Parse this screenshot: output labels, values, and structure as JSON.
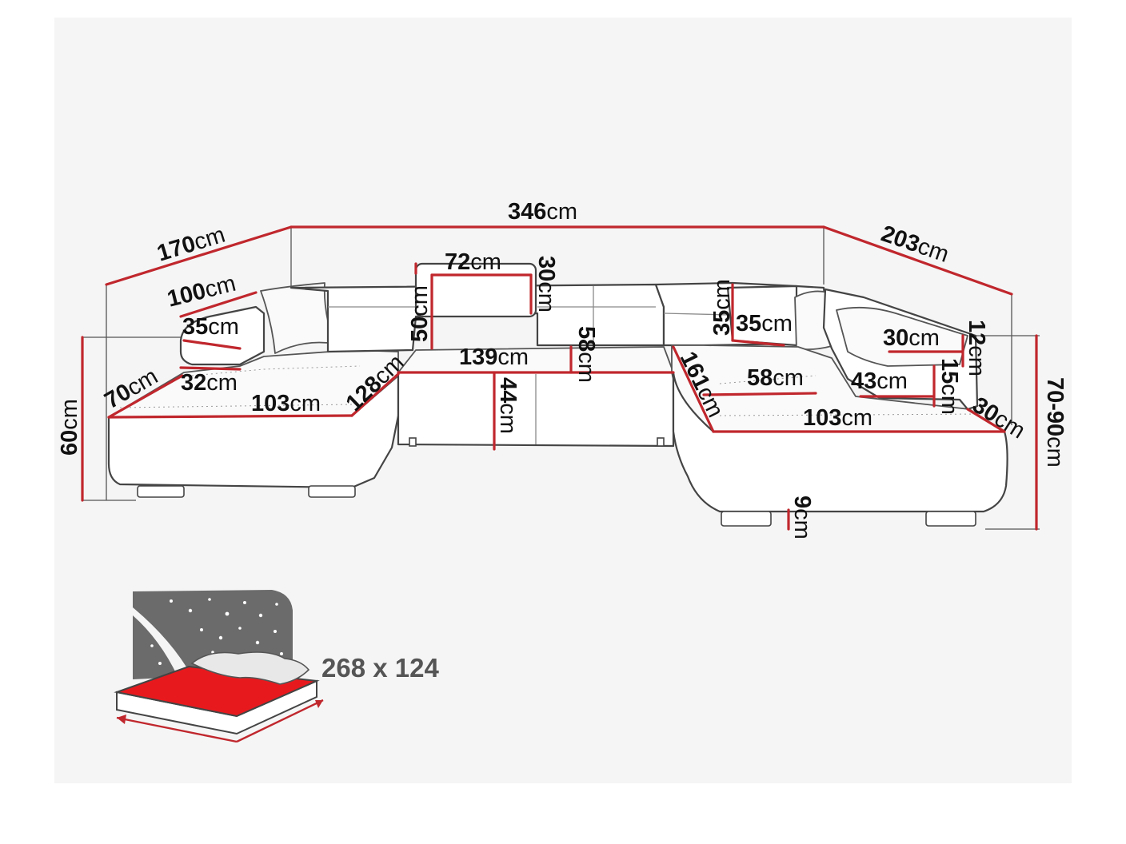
{
  "colors": {
    "dimension": "#c0272d",
    "outline": "#444444",
    "bed_surface": "#e8191d",
    "night_sky": "#6b6b6b",
    "panel": "#f5f5f5"
  },
  "dimensions": {
    "overall_width": {
      "num": "346",
      "unit": "cm"
    },
    "left_depth": {
      "num": "170",
      "unit": "cm"
    },
    "right_depth": {
      "num": "203",
      "unit": "cm"
    },
    "left_armrest_length": {
      "num": "100",
      "unit": "cm"
    },
    "left_armrest_top": {
      "num": "35",
      "unit": "cm"
    },
    "left_armrest_width": {
      "num": "32",
      "unit": "cm"
    },
    "left_chaise_width": {
      "num": "70",
      "unit": "cm"
    },
    "left_seat_depth": {
      "num": "103",
      "unit": "cm"
    },
    "left_diagonal": {
      "num": "128",
      "unit": "cm"
    },
    "left_height": {
      "num": "60",
      "unit": "cm"
    },
    "headrest_width": {
      "num": "72",
      "unit": "cm"
    },
    "headrest_height": {
      "num": "30",
      "unit": "cm"
    },
    "backrest_height": {
      "num": "50",
      "unit": "cm"
    },
    "middle_seat_width": {
      "num": "139",
      "unit": "cm"
    },
    "seat_depth_middle": {
      "num": "58",
      "unit": "cm"
    },
    "seat_height": {
      "num": "44",
      "unit": "cm"
    },
    "right_headrest_height": {
      "num": "35",
      "unit": "cm"
    },
    "right_headrest_depth": {
      "num": "35",
      "unit": "cm"
    },
    "right_diagonal": {
      "num": "161",
      "unit": "cm"
    },
    "right_seat_depth": {
      "num": "58",
      "unit": "cm"
    },
    "right_chaise_length": {
      "num": "103",
      "unit": "cm"
    },
    "right_armrest_top": {
      "num": "30",
      "unit": "cm"
    },
    "right_armrest_thickness": {
      "num": "12",
      "unit": "cm"
    },
    "right_armrest_inner": {
      "num": "43",
      "unit": "cm"
    },
    "right_armrest_height": {
      "num": "15",
      "unit": "cm"
    },
    "right_chaise_width": {
      "num": "30",
      "unit": "cm"
    },
    "total_height": {
      "num": "70-90",
      "unit": "cm"
    },
    "leg_height": {
      "num": "9",
      "unit": "cm"
    }
  },
  "sleeping_area": {
    "label": "268 x 124"
  }
}
